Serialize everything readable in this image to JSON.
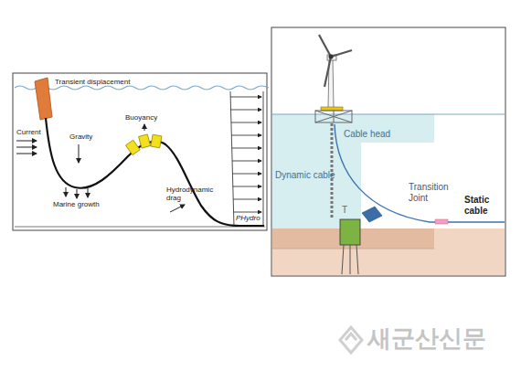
{
  "diagram": {
    "labels": [
      "Transient displacement",
      "Current",
      "Gravity",
      "Buoyancy",
      "Marine growth",
      "Hydrodynamic drag",
      "PHydro",
      "Cable head",
      "Dynamic cable",
      "Transition Joint",
      "Static cable",
      "T",
      "새군산신문"
    ]
  }
}
